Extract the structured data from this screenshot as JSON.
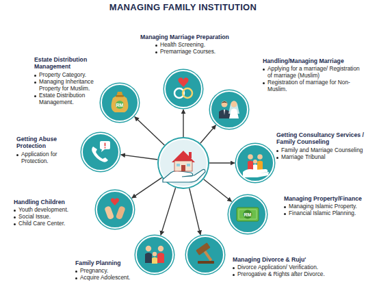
{
  "diagram": {
    "title": "MANAGING FAMILY INSTITUTION",
    "nodes": [
      {
        "text": []
      },
      {
        "text": [
          "Managing Marriage Preparation",
          "Health Screening.",
          "Premarriage Courses."
        ]
      },
      {
        "text": [
          "Handling/Managing Marriage",
          "Applying for a marriage/ Registration of marriage (Muslim)",
          "Registration of marriage for Non-Muslim."
        ]
      },
      {
        "text": [
          "Getting Consultancy Services / Family Counseling",
          "Family and Marriage Counseling",
          "Marriage Tribunal"
        ]
      },
      {
        "text": [
          "Managing Property/Finance",
          "Managing Islamic Property.",
          "Financial Islamic Planning."
        ]
      },
      {
        "text": [
          "Managing Divorce & Ruju'",
          "Divorce Application/ Verification.",
          "Prerogative & Rights after Divorce."
        ]
      },
      {
        "text": [
          "Family Planning",
          "Pregnancy.",
          "Acquire Adolescent."
        ]
      },
      {
        "text": [
          "Handling Children",
          "Youth development.",
          "Social Issue.",
          "Child Care Center."
        ]
      },
      {
        "text": [
          "Getting Abuse Protection",
          "Application for Protection."
        ]
      },
      {
        "text": [
          "Estate Distribution Management",
          "Property Category.",
          "Managing Inheritance Property for Muslim.",
          "Estate Distribution Management."
        ]
      }
    ],
    "edges": [
      {
        "from": 0,
        "to": 1,
        "arrow": "to"
      },
      {
        "from": 0,
        "to": 2,
        "arrow": "to"
      },
      {
        "from": 0,
        "to": 3,
        "arrow": "to"
      },
      {
        "from": 0,
        "to": 4,
        "arrow": "to"
      },
      {
        "from": 0,
        "to": 5,
        "arrow": "to"
      },
      {
        "from": 0,
        "to": 6,
        "arrow": "to"
      },
      {
        "from": 0,
        "to": 7,
        "arrow": "to"
      },
      {
        "from": 0,
        "to": 8,
        "arrow": "to"
      },
      {
        "from": 0,
        "to": 9,
        "arrow": "to"
      }
    ],
    "labels": [
      "RM",
      "RM"
    ]
  }
}
